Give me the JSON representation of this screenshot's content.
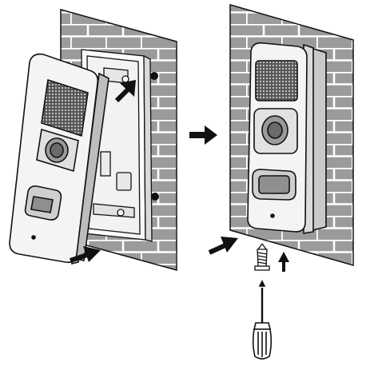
{
  "figure": {
    "kind": "installation-instruction-illustration",
    "steps": [
      {
        "name": "hook-top-and-tilt-in",
        "arrows": [
          "up-right",
          "right"
        ]
      },
      {
        "name": "fasten-bottom-screw",
        "arrows": [
          "right",
          "up"
        ]
      }
    ],
    "colors": {
      "wall": "#9b9b9b",
      "mortar": "#ffffff",
      "device_body": "#f4f4f4",
      "device_shadow": "#d6d6d6",
      "outline": "#111111",
      "arrow": "#111111"
    },
    "icons": [
      "speaker-grille",
      "camera-lens",
      "call-button",
      "status-led",
      "screw",
      "screwdriver"
    ]
  }
}
